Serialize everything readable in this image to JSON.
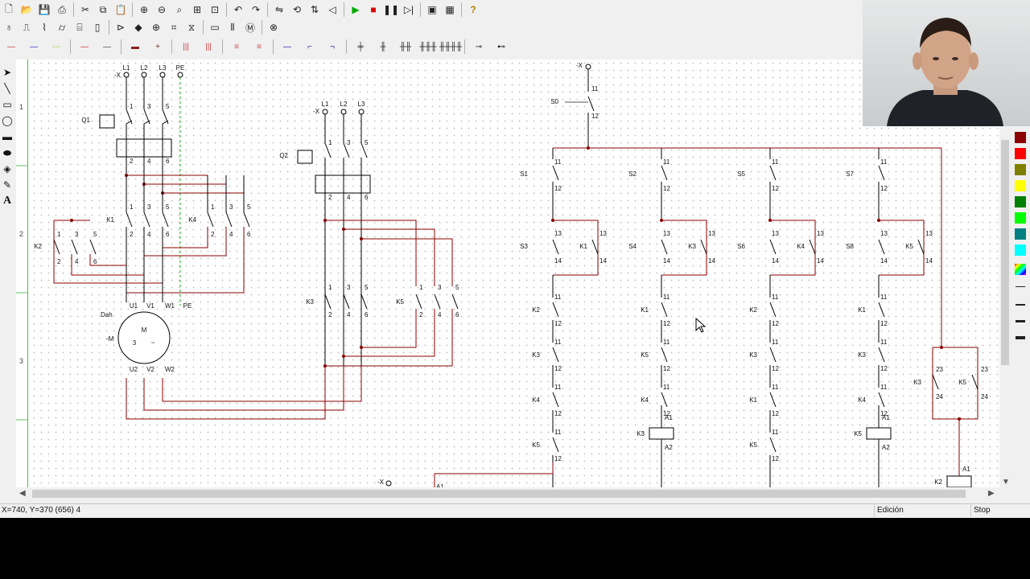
{
  "toolbar_icons": {
    "row1": [
      "new-file-icon",
      "open-folder-icon",
      "save-icon",
      "print-icon",
      "cut-icon",
      "copy-icon",
      "paste-icon",
      "zoom-in-icon",
      "zoom-out-icon",
      "zoom-window-icon",
      "zoom-fit-icon",
      "zoom-all-icon",
      "undo-icon",
      "redo-icon",
      "mirror-icon",
      "rotate-icon",
      "flip-icon",
      "align-icon",
      "play-icon",
      "stop-icon",
      "pause-icon",
      "step-icon",
      "window-icon",
      "component-window-icon",
      "help-icon"
    ],
    "row2": [
      "pin-icon",
      "contact-icon",
      "switch-icon",
      "coil-icon",
      "relay-icon",
      "fuse-icon",
      "diode-icon",
      "node-icon",
      "terminal-icon",
      "breaker-icon",
      "meter-icon",
      "resistor-icon",
      "capacitor-icon",
      "motor-icon",
      "lamp-icon"
    ]
  },
  "ruler": {
    "marks": [
      "1",
      "2",
      "3"
    ]
  },
  "statusbar": {
    "coords": "X=740, Y=370 (656) 4",
    "mode": "Edición",
    "sim": "Stop"
  },
  "palette": {
    "colors": [
      "#8b0000",
      "#ff0000",
      "#808000",
      "#ffff00",
      "#008000",
      "#00ff00",
      "#008080",
      "#00ffff"
    ]
  },
  "schematic": {
    "power": {
      "supply_terminal": "-X",
      "phases": [
        "L1",
        "L2",
        "L3",
        "PE"
      ],
      "q1": "Q1",
      "q2": "Q2",
      "contactors_top": [
        {
          "name": "K1"
        },
        {
          "name": "K4"
        }
      ],
      "contactor_left": "K2",
      "motor": {
        "name": "Dah",
        "tag": "-M",
        "symbol": "M",
        "phases": "3",
        "top": [
          "U1",
          "V1",
          "W1",
          "PE"
        ],
        "bottom": [
          "U2",
          "V2",
          "W2"
        ]
      },
      "contactors_mid": [
        "K3",
        "K5"
      ],
      "terms_nc": [
        "1",
        "3",
        "5"
      ],
      "terms_out": [
        "2",
        "4",
        "6"
      ]
    },
    "control": {
      "supply_terminal": "-X",
      "s0": "S0",
      "nc": [
        "11",
        "12"
      ],
      "no": [
        "13",
        "14"
      ],
      "aux": [
        "23",
        "24"
      ],
      "coil": [
        "A1",
        "A2"
      ],
      "branches": [
        {
          "stop": "S1",
          "start": "S3",
          "seal": "K1",
          "interlocks": [
            "K2",
            "K3",
            "K4",
            "K5"
          ],
          "coil": ""
        },
        {
          "stop": "S2",
          "start": "S4",
          "seal": "K3",
          "interlocks": [
            "K1",
            "K5",
            "K4"
          ],
          "coil": "K3"
        },
        {
          "stop": "S5",
          "start": "S6",
          "seal": "K4",
          "interlocks": [
            "K2",
            "K3",
            "K1",
            "K5"
          ],
          "coil": ""
        },
        {
          "stop": "S7",
          "start": "S8",
          "seal": "K5",
          "interlocks": [
            "K1",
            "K3",
            "K4"
          ],
          "coil": "K5"
        }
      ],
      "right": {
        "left_contact": "K3",
        "right_contact": "K5",
        "coil": "K2"
      },
      "bottom_terminal": "-X"
    }
  }
}
